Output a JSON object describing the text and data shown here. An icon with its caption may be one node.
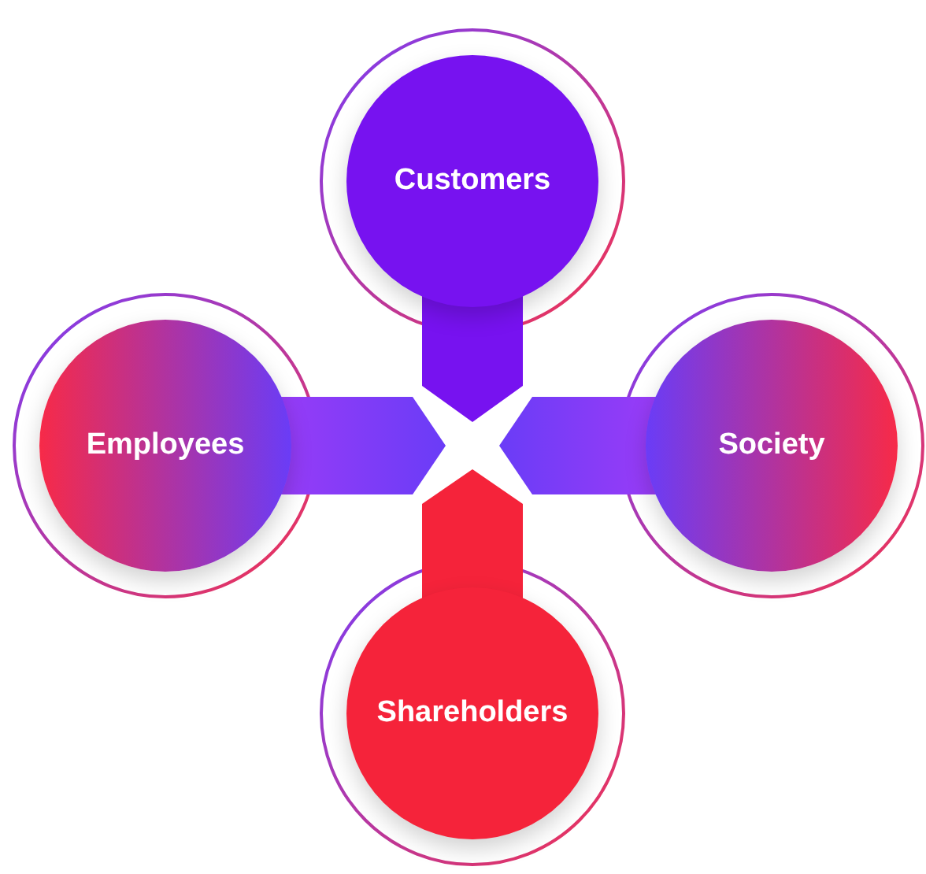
{
  "diagram": {
    "nodes": [
      {
        "text": [
          "Customers"
        ]
      },
      {
        "text": [
          "Employees"
        ]
      },
      {
        "text": [
          "Society"
        ]
      },
      {
        "text": [
          "Shareholders"
        ]
      }
    ]
  }
}
